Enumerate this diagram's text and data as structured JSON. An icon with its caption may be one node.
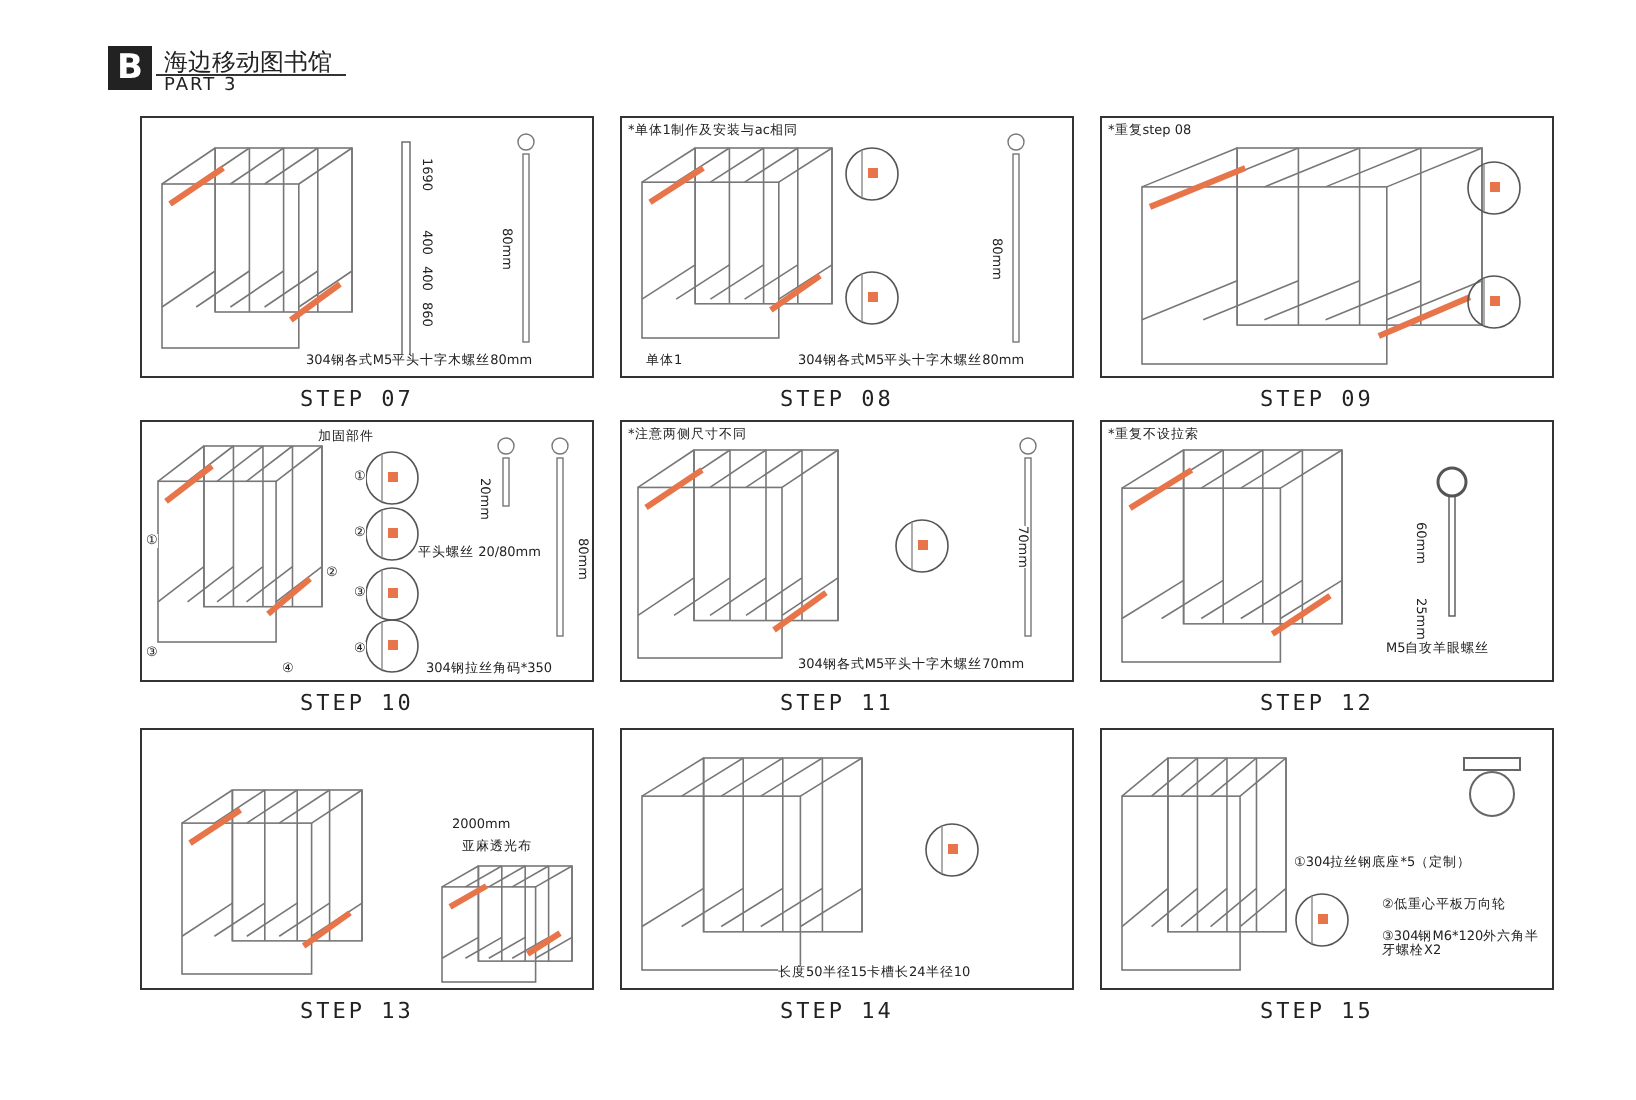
{
  "diagram": {
    "title": "海边移动图书馆",
    "nodes": [
      {
        "text": [
          "1690",
          "400",
          "400",
          "860",
          "80mm",
          "304钢各式M5平头十字木螺丝80mm"
        ],
        "beside": [
          "STEP 07"
        ]
      },
      {
        "text": [
          "*单体1制作及安装与ac相同",
          "单体1",
          "80mm",
          "304钢各式M5平头十字木螺丝80mm"
        ],
        "beside": [
          "STEP 08"
        ]
      },
      {
        "text": [
          "*重复step 08"
        ],
        "beside": [
          "STEP 09"
        ]
      },
      {
        "text": [
          "加固部件",
          "①",
          "②",
          "③",
          "④",
          "①",
          "②",
          "③",
          "④",
          "20mm",
          "平头螺丝 20/80mm",
          "80mm",
          "304钢拉丝角码*350"
        ],
        "beside": [
          "STEP 10"
        ]
      },
      {
        "text": [
          "*注意两侧尺寸不同",
          "70mm",
          "304钢各式M5平头十字木螺丝70mm"
        ],
        "beside": [
          "STEP 11"
        ]
      },
      {
        "text": [
          "*重复不设拉索",
          "60mm",
          "25mm",
          "M5自攻羊眼螺丝"
        ],
        "beside": [
          "STEP 12"
        ]
      },
      {
        "text": [
          "2000mm",
          "亚麻透光布"
        ],
        "beside": [
          "STEP 13"
        ]
      },
      {
        "text": [
          "长度50半径15卡槽长24半径10"
        ],
        "beside": [
          "STEP 14"
        ]
      },
      {
        "text": [
          "①304拉丝钢底座*5（定制）",
          "②低重心平板万向轮",
          "③304钢M6*120外六角半牙螺栓X2"
        ],
        "beside": [
          "STEP 15"
        ]
      }
    ],
    "labels": [
      "B",
      "PART 3"
    ]
  }
}
